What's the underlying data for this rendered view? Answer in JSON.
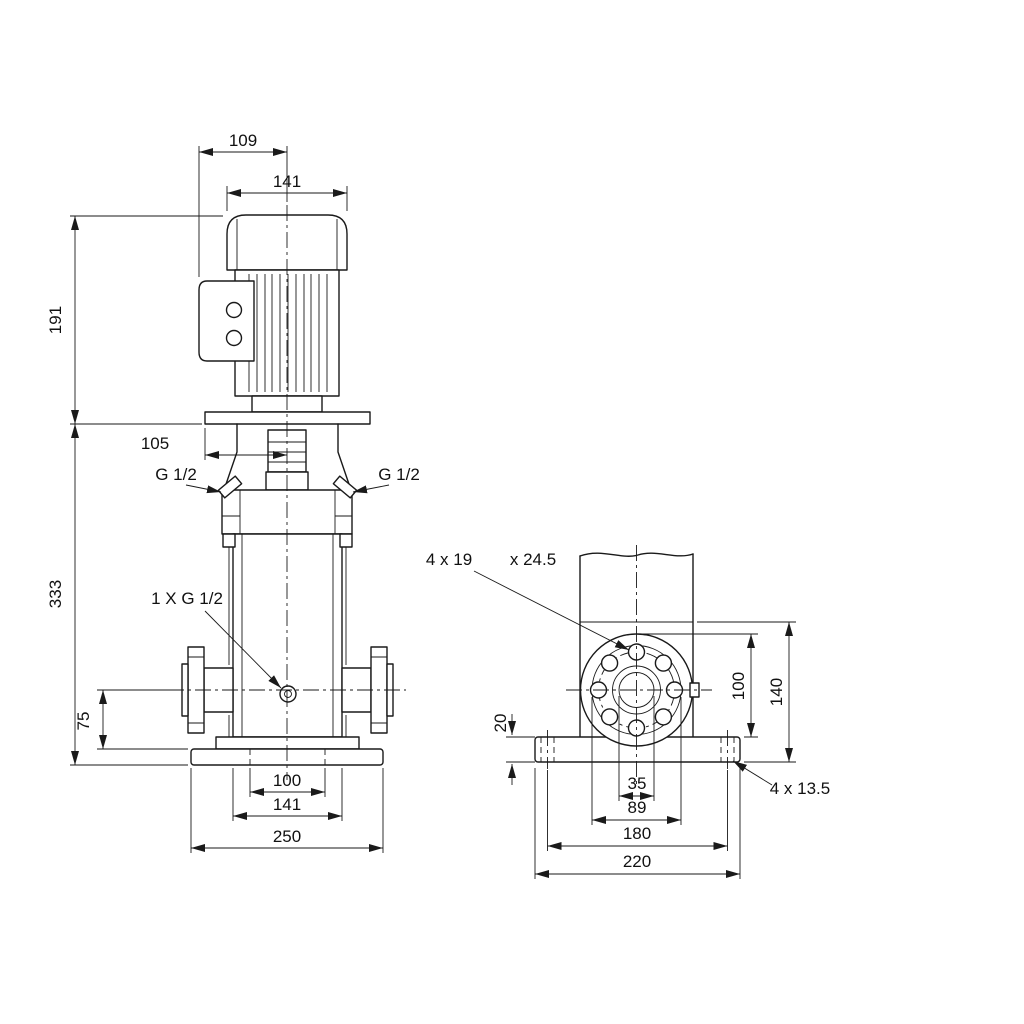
{
  "colors": {
    "line": "#1a1a1a",
    "background": "#ffffff"
  },
  "dims": {
    "motor_box_width": "109",
    "motor_diameter": "141",
    "motor_height": "191",
    "head_width": "105",
    "pump_height": "333",
    "gauge_left": "G 1/2",
    "gauge_right": "G 1/2",
    "drain_label": "1 X G 1/2",
    "port_height": "75",
    "base_holes_spacing_front": "100",
    "sleeve_width": "141",
    "base_length": "250",
    "flange_holes": "4 x 19",
    "flange_counterbore": "x 24.5",
    "base_thickness": "20",
    "flange_to_base_top": "100",
    "flange_to_base_bottom": "140",
    "port_bore": "35",
    "port_face_diameter": "89",
    "base_holes_spacing_side": "180",
    "base_width": "220",
    "base_hole_note": "4 x 13.5"
  }
}
